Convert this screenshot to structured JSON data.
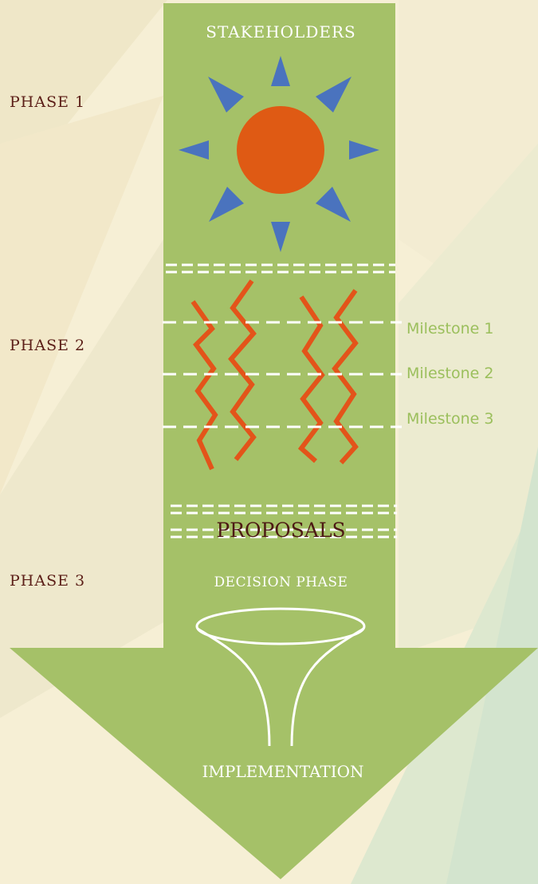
{
  "header": {
    "title": "STAKEHOLDERS"
  },
  "phases": [
    {
      "label": "PHASE 1"
    },
    {
      "label": "PHASE 2"
    },
    {
      "label": "PHASE 3"
    }
  ],
  "milestones": [
    {
      "label": "Milestone 1"
    },
    {
      "label": "Milestone 2"
    },
    {
      "label": "Milestone 3"
    }
  ],
  "stages": {
    "proposals": "PROPOSALS",
    "decision": "DECISION PHASE",
    "implementation": "IMPLEMENTATION"
  },
  "icons": {
    "sun": "sun-icon",
    "zigzags": "zigzag-lines-icon",
    "funnel": "funnel-icon"
  },
  "colors": {
    "arrow": "#a5c168",
    "sun_core": "#df5a14",
    "sun_rays": "#4a73be",
    "zigzag": "#e3541a",
    "phase_text": "#5c1f18",
    "milestone_text": "#9bbf5c",
    "proposals_text": "#4d1a14",
    "background": "#f6efd5"
  }
}
